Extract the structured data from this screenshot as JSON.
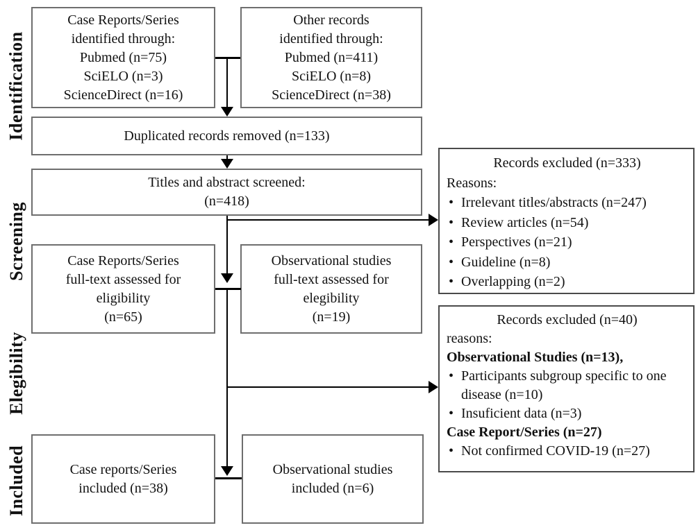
{
  "figure": {
    "type": "prisma-flow-diagram",
    "stages": [
      {
        "label": "Identification"
      },
      {
        "label": "Screening"
      },
      {
        "label": "Elegibility"
      },
      {
        "label": "Included"
      }
    ],
    "boxes": {
      "case_reports_identified": {
        "lines": [
          "Case Reports/Series",
          "identified through:",
          "Pubmed (n=75)",
          "SciELO (n=3)",
          "ScienceDirect (n=16)"
        ]
      },
      "other_records_identified": {
        "lines": [
          "Other records",
          "identified through:",
          "Pubmed (n=411)",
          "SciELO (n=8)",
          "ScienceDirect (n=38)"
        ]
      },
      "duplicates_removed": {
        "lines": [
          "Duplicated records removed (n=133)"
        ]
      },
      "titles_screened": {
        "lines": [
          "Titles and abstract screened:",
          "(n=418)"
        ]
      },
      "case_reports_fulltext": {
        "lines": [
          "Case Reports/Series",
          "full-text assessed for",
          "eligibility",
          "(n=65)"
        ]
      },
      "observational_fulltext": {
        "lines": [
          "Observational studies",
          "full-text assessed for",
          "elegibility",
          "(n=19)"
        ]
      },
      "case_reports_included": {
        "lines": [
          "Case reports/Series",
          "included (n=38)"
        ]
      },
      "observational_included": {
        "lines": [
          "Observational studies",
          "included (n=6)"
        ]
      },
      "records_excluded_screening": {
        "title": "Records excluded (n=333)",
        "subtitle": "Reasons:",
        "items": [
          "Irrelevant titles/abstracts (n=247)",
          "Review articles (n=54)",
          "Perspectives (n=21)",
          "Guideline (n=8)",
          "Overlapping (n=2)"
        ]
      },
      "records_excluded_eligibility": {
        "title": "Records excluded (n=40)",
        "subtitle": "reasons:",
        "group1_heading": "Observational Studies (n=13),",
        "group1_items": [
          "Participants subgroup specific to one disease (n=10)",
          "Insuficient data (n=3)"
        ],
        "group2_heading": "Case Report/Series (n=27)",
        "group2_items": [
          "Not confirmed COVID-19 (n=27)"
        ]
      }
    },
    "colors": {
      "background": "#ffffff",
      "text": "#111111",
      "box_border": "#6e6e6e",
      "exclusion_box_border": "#4a4a4a",
      "connector": "#000000"
    }
  }
}
